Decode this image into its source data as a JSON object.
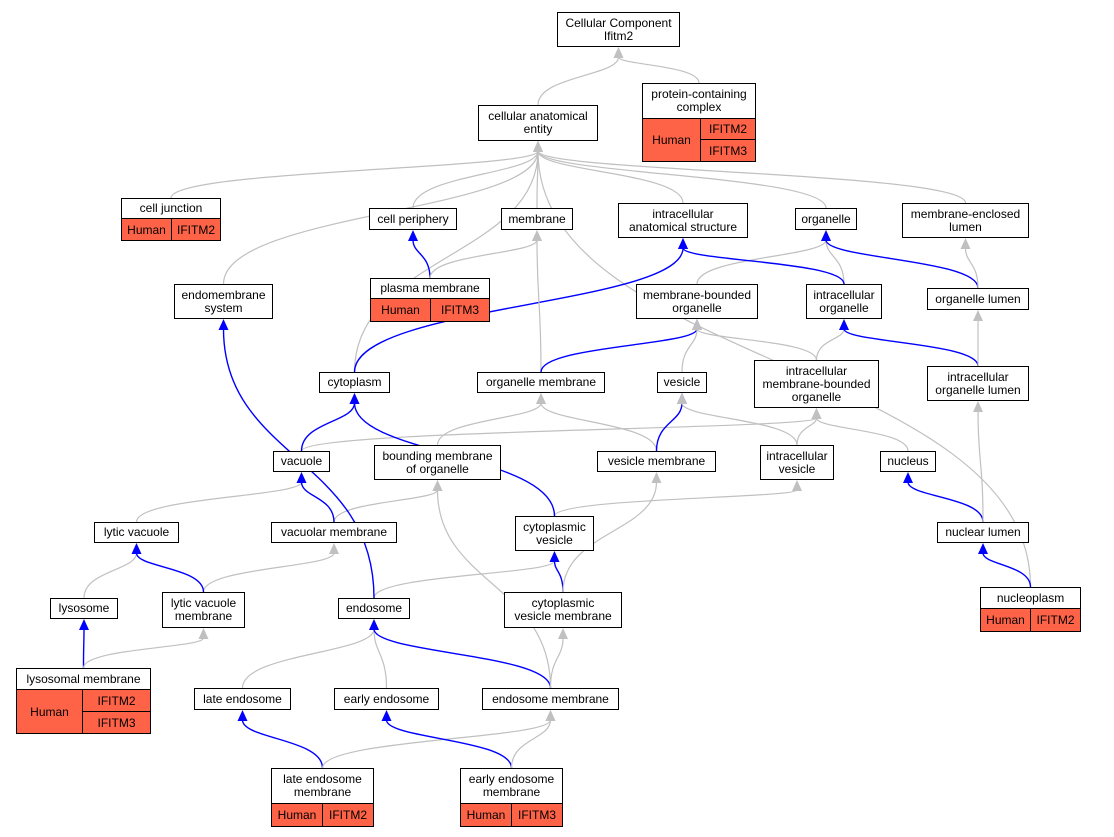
{
  "colors": {
    "edge_is_a": "#c0c0c0",
    "edge_part_of": "#0000ff",
    "annotation_fill": "#ff6347"
  },
  "nodes": {
    "cc": "Cellular Component\nIfitm2",
    "cae": "cellular anatomical\nentity",
    "pcc": "protein-containing\ncomplex",
    "cj": "cell junction",
    "cp": "cell periphery",
    "mem": "membrane",
    "ias": "intracellular\nanatomical structure",
    "org": "organelle",
    "mel": "membrane-enclosed\nlumen",
    "pm": "plasma membrane",
    "ems": "endomembrane\nsystem",
    "mbo": "membrane-bounded\norganelle",
    "io": "intracellular\norganelle",
    "ol": "organelle lumen",
    "cyt": "cytoplasm",
    "om": "organelle membrane",
    "ves": "vesicle",
    "imbo": "intracellular\nmembrane-bounded\norganelle",
    "iol": "intracellular\norganelle lumen",
    "vac": "vacuole",
    "bmo": "bounding membrane\nof organelle",
    "vm": "vesicle membrane",
    "iv": "intracellular\nvesicle",
    "nuc": "nucleus",
    "lv": "lytic vacuole",
    "vacm": "vacuolar membrane",
    "cv": "cytoplasmic\nvesicle",
    "nl": "nuclear lumen",
    "lys": "lysosome",
    "lvm": "lytic vacuole\nmembrane",
    "endo": "endosome",
    "cvm": "cytoplasmic\nvesicle membrane",
    "np": "nucleoplasm",
    "lysm": "lysosomal membrane",
    "le": "late endosome",
    "ee": "early endosome",
    "em": "endosome membrane",
    "lem": "late endosome\nmembrane",
    "eem": "early endosome\nmembrane"
  },
  "annotations": {
    "pcc": {
      "species": "Human",
      "genes": [
        "IFITM2",
        "IFITM3"
      ]
    },
    "cj": {
      "species": "Human",
      "genes": [
        "IFITM2"
      ]
    },
    "pm": {
      "species": "Human",
      "genes": [
        "IFITM3"
      ]
    },
    "np": {
      "species": "Human",
      "genes": [
        "IFITM2"
      ]
    },
    "lysm": {
      "species": "Human",
      "genes": [
        "IFITM2",
        "IFITM3"
      ]
    },
    "lem": {
      "species": "Human",
      "genes": [
        "IFITM2"
      ]
    },
    "eem": {
      "species": "Human",
      "genes": [
        "IFITM3"
      ]
    }
  },
  "edges": [
    [
      "cae",
      "cc",
      "is_a"
    ],
    [
      "pcc",
      "cc",
      "is_a"
    ],
    [
      "cj",
      "cae",
      "is_a"
    ],
    [
      "cp",
      "cae",
      "is_a"
    ],
    [
      "mem",
      "cae",
      "is_a"
    ],
    [
      "ias",
      "cae",
      "is_a"
    ],
    [
      "org",
      "cae",
      "is_a"
    ],
    [
      "mel",
      "cae",
      "is_a"
    ],
    [
      "ems",
      "cae",
      "is_a"
    ],
    [
      "cyt",
      "cae",
      "is_a"
    ],
    [
      "np",
      "cae",
      "is_a"
    ],
    [
      "pm",
      "cp",
      "part_of"
    ],
    [
      "pm",
      "mem",
      "is_a"
    ],
    [
      "mbo",
      "org",
      "is_a"
    ],
    [
      "io",
      "org",
      "is_a"
    ],
    [
      "io",
      "ias",
      "part_of"
    ],
    [
      "ol",
      "org",
      "part_of"
    ],
    [
      "ol",
      "mel",
      "is_a"
    ],
    [
      "cyt",
      "ias",
      "part_of"
    ],
    [
      "om",
      "mem",
      "is_a"
    ],
    [
      "om",
      "mbo",
      "part_of"
    ],
    [
      "ves",
      "mbo",
      "is_a"
    ],
    [
      "imbo",
      "mbo",
      "is_a"
    ],
    [
      "imbo",
      "io",
      "is_a"
    ],
    [
      "iol",
      "io",
      "part_of"
    ],
    [
      "iol",
      "ol",
      "is_a"
    ],
    [
      "vac",
      "imbo",
      "is_a"
    ],
    [
      "vac",
      "cyt",
      "part_of"
    ],
    [
      "bmo",
      "om",
      "is_a"
    ],
    [
      "vm",
      "om",
      "is_a"
    ],
    [
      "vm",
      "ves",
      "part_of"
    ],
    [
      "iv",
      "ves",
      "is_a"
    ],
    [
      "iv",
      "imbo",
      "is_a"
    ],
    [
      "nuc",
      "imbo",
      "is_a"
    ],
    [
      "lv",
      "vac",
      "is_a"
    ],
    [
      "vacm",
      "bmo",
      "is_a"
    ],
    [
      "vacm",
      "vac",
      "part_of"
    ],
    [
      "cv",
      "iv",
      "is_a"
    ],
    [
      "cv",
      "cyt",
      "part_of"
    ],
    [
      "nl",
      "nuc",
      "part_of"
    ],
    [
      "nl",
      "iol",
      "is_a"
    ],
    [
      "lys",
      "lv",
      "is_a"
    ],
    [
      "lvm",
      "vacm",
      "is_a"
    ],
    [
      "lvm",
      "lv",
      "part_of"
    ],
    [
      "endo",
      "cv",
      "is_a"
    ],
    [
      "endo",
      "ems",
      "part_of"
    ],
    [
      "cvm",
      "cv",
      "part_of"
    ],
    [
      "cvm",
      "vm",
      "is_a"
    ],
    [
      "np",
      "nl",
      "part_of"
    ],
    [
      "lysm",
      "lys",
      "part_of"
    ],
    [
      "lysm",
      "lvm",
      "is_a"
    ],
    [
      "le",
      "endo",
      "is_a"
    ],
    [
      "ee",
      "endo",
      "is_a"
    ],
    [
      "em",
      "endo",
      "part_of"
    ],
    [
      "em",
      "bmo",
      "is_a"
    ],
    [
      "em",
      "cvm",
      "is_a"
    ],
    [
      "lem",
      "le",
      "part_of"
    ],
    [
      "lem",
      "em",
      "is_a"
    ],
    [
      "eem",
      "ee",
      "part_of"
    ],
    [
      "eem",
      "em",
      "is_a"
    ]
  ]
}
